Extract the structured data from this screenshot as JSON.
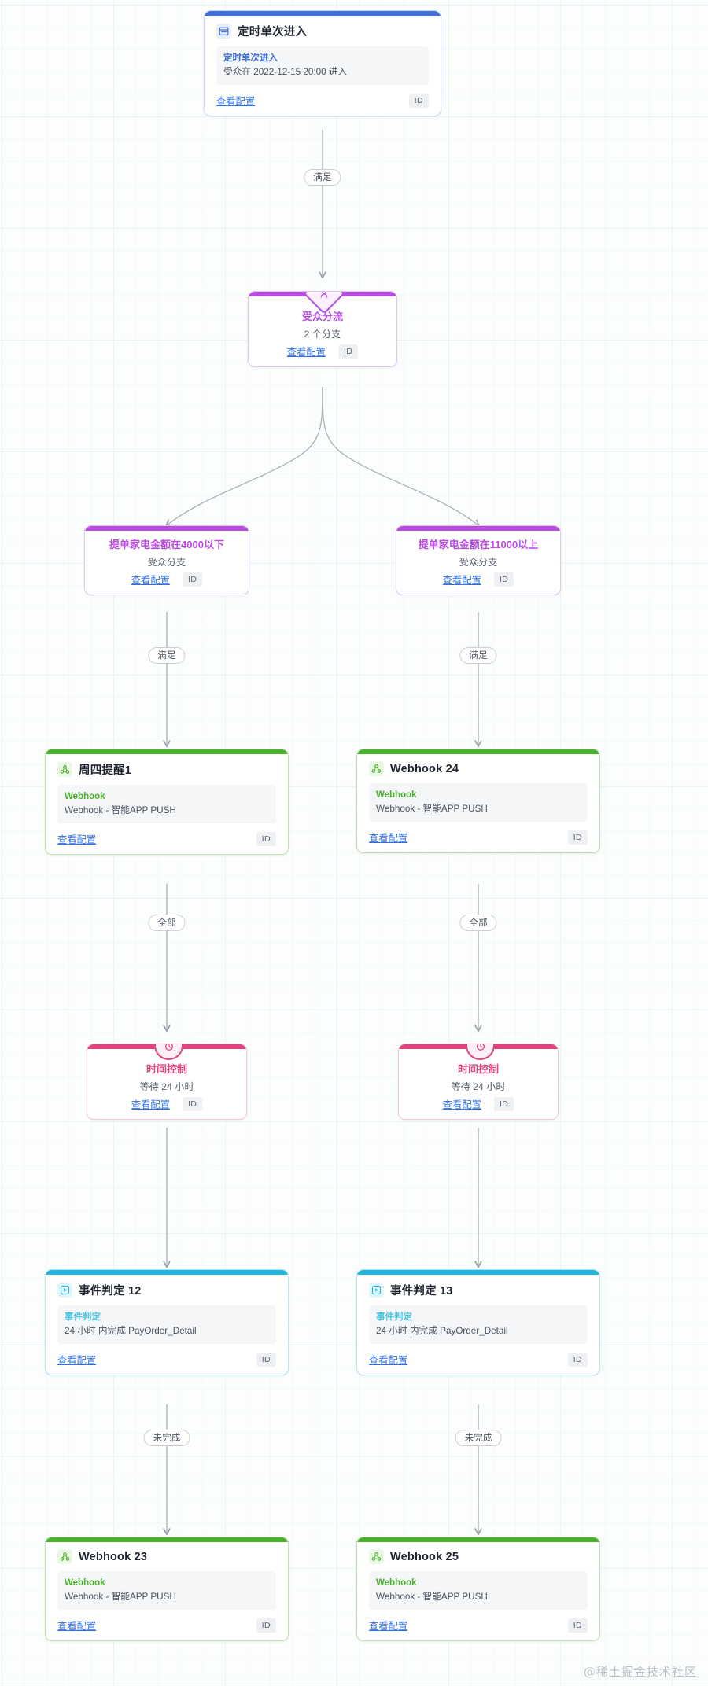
{
  "canvas": {
    "watermark": "@稀土掘金技术社区"
  },
  "labels": {
    "view_config": "查看配置",
    "id_tag": "ID"
  },
  "nodes": {
    "entry": {
      "icon": "calendar-icon",
      "title": "定时单次进入",
      "detail_key": "定时单次进入",
      "detail_value": "受众在 2022-12-15 20:00 进入",
      "config_link": "查看配置",
      "id_tag": "ID",
      "accent": "#3f6fd8"
    },
    "split": {
      "icon": "user-split-icon",
      "title": "受众分流",
      "subtitle": "2 个分支",
      "config_link": "查看配置",
      "id_tag": "ID",
      "accent": "#b84be0"
    },
    "branch_left": {
      "title": "提单家电金额在4000以下",
      "subtitle": "受众分支",
      "config_link": "查看配置",
      "id_tag": "ID",
      "accent": "#b84be0"
    },
    "branch_right": {
      "title": "提单家电金额在11000以上",
      "subtitle": "受众分支",
      "config_link": "查看配置",
      "id_tag": "ID",
      "accent": "#b84be0"
    },
    "webhook_left_1": {
      "icon": "webhook-icon",
      "title": "周四提醒1",
      "detail_key": "Webhook",
      "detail_value": "Webhook - 智能APP PUSH",
      "config_link": "查看配置",
      "id_tag": "ID",
      "accent": "#4caf2f"
    },
    "webhook_right_1": {
      "icon": "webhook-icon",
      "title": "Webhook 24",
      "detail_key": "Webhook",
      "detail_value": "Webhook - 智能APP PUSH",
      "config_link": "查看配置",
      "id_tag": "ID",
      "accent": "#4caf2f"
    },
    "timer_left": {
      "icon": "timer-icon",
      "title": "时间控制",
      "subtitle": "等待 24 小时",
      "config_link": "查看配置",
      "id_tag": "ID",
      "accent": "#e0437f"
    },
    "timer_right": {
      "icon": "timer-icon",
      "title": "时间控制",
      "subtitle": "等待 24 小时",
      "config_link": "查看配置",
      "id_tag": "ID",
      "accent": "#e0437f"
    },
    "event_left": {
      "icon": "event-play-icon",
      "title": "事件判定 12",
      "detail_key": "事件判定",
      "detail_value": "24 小时 内完成 PayOrder_Detail",
      "config_link": "查看配置",
      "id_tag": "ID",
      "accent": "#1fb6e0"
    },
    "event_right": {
      "icon": "event-play-icon",
      "title": "事件判定 13",
      "detail_key": "事件判定",
      "detail_value": "24 小时 内完成 PayOrder_Detail",
      "config_link": "查看配置",
      "id_tag": "ID",
      "accent": "#1fb6e0"
    },
    "webhook_left_2": {
      "icon": "webhook-icon",
      "title": "Webhook 23",
      "detail_key": "Webhook",
      "detail_value": "Webhook - 智能APP PUSH",
      "config_link": "查看配置",
      "id_tag": "ID",
      "accent": "#4caf2f"
    },
    "webhook_right_2": {
      "icon": "webhook-icon",
      "title": "Webhook 25",
      "detail_key": "Webhook",
      "detail_value": "Webhook - 智能APP PUSH",
      "config_link": "查看配置",
      "id_tag": "ID",
      "accent": "#4caf2f"
    }
  },
  "edge_labels": {
    "entry_to_split": "满足",
    "branch_left_to_webhook": "满足",
    "branch_right_to_webhook": "满足",
    "webhook_left_to_timer": "全部",
    "webhook_right_to_timer": "全部",
    "event_left_out": "未完成",
    "event_right_out": "未完成"
  }
}
